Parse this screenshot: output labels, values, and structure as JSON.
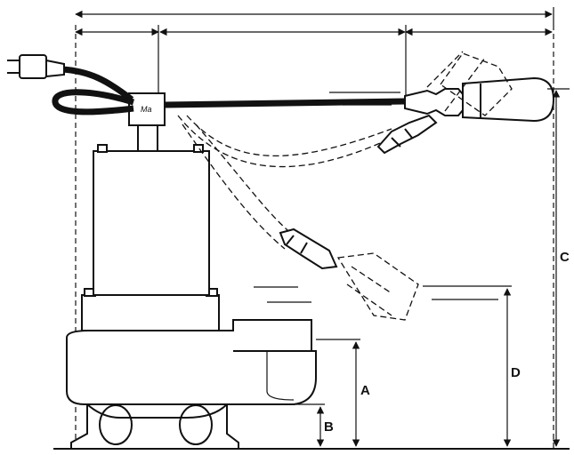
{
  "labels": {
    "a": "A",
    "b": "B",
    "c": "C",
    "d": "D"
  },
  "brand_text": "Ma",
  "colors": {
    "ink": "#111111",
    "fill": "#ffffff"
  },
  "icons": [
    "power-plug-icon",
    "float-switch-icon"
  ]
}
